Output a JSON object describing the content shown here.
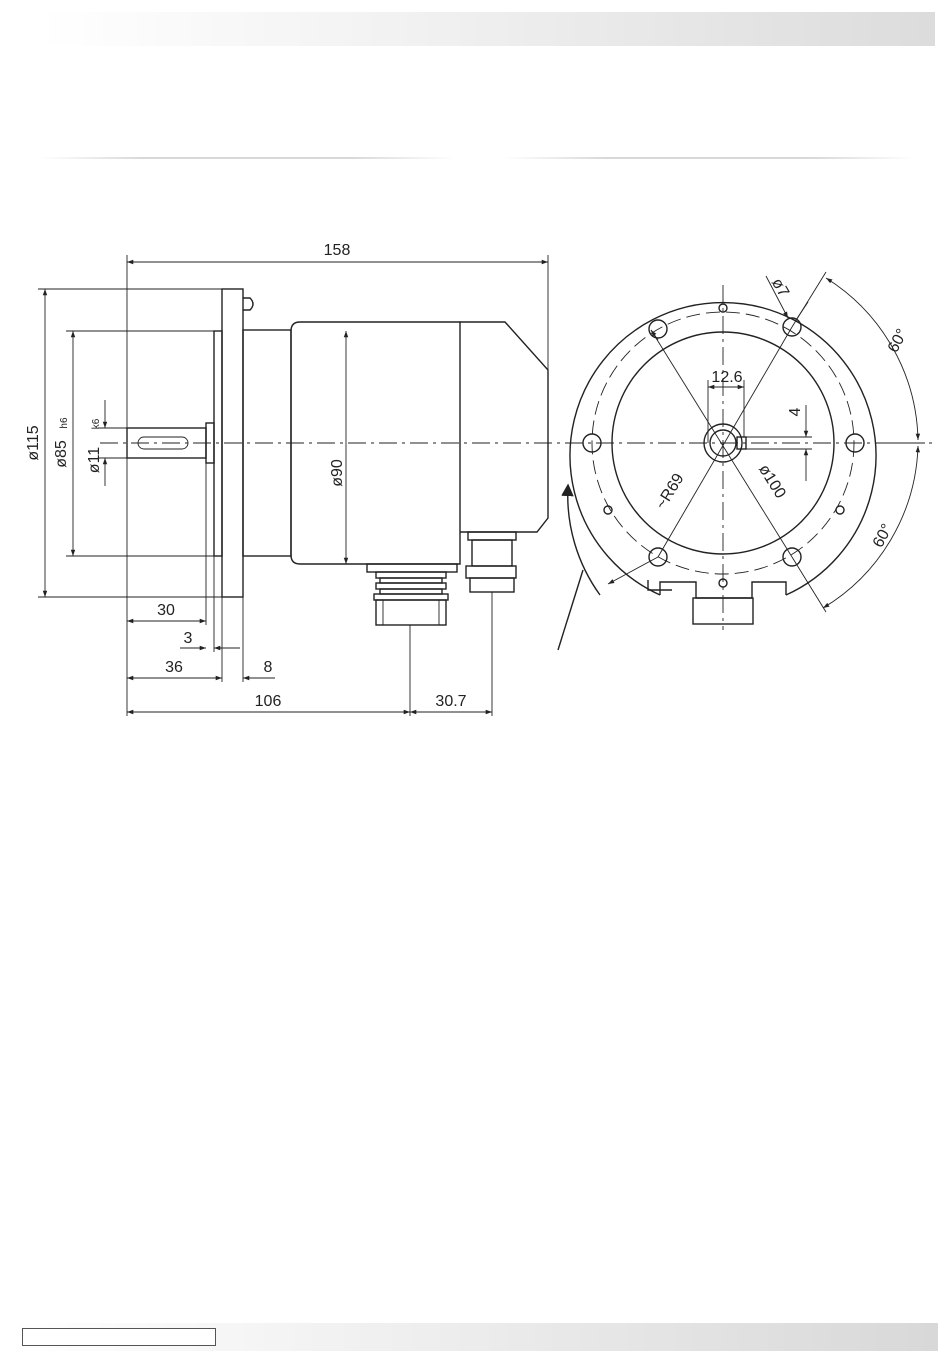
{
  "side_view": {
    "length_158": "158",
    "dia_115": "ø115",
    "dia_85": "ø85",
    "dia_85_tol": "h6",
    "dia_11": "ø11",
    "dia_11_tol": "k6",
    "dia_90": "ø90",
    "dim_30": "30",
    "dim_3": "3",
    "dim_36": "36",
    "dim_8": "8",
    "dim_106": "106",
    "dim_30_7": "30.7"
  },
  "front_view": {
    "dia_7": "ø7",
    "angle_top": "60°",
    "angle_bottom": "60°",
    "dim_12_6": "12.6",
    "dim_4": "4",
    "radius_69": "~R69",
    "dia_100": "ø100"
  }
}
